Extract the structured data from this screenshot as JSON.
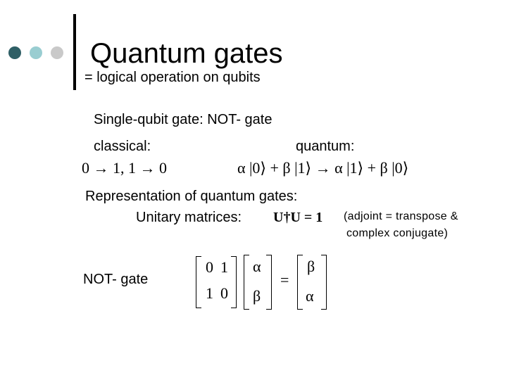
{
  "colors": {
    "dot1": "#2f5f66",
    "dot2": "#99cdd1",
    "dot3": "#c9c9c9"
  },
  "title": "Quantum gates",
  "subtitle": "= logical operation on qubits",
  "single_qubit": "Single-qubit gate: NOT- gate",
  "classical_label": "classical:",
  "quantum_label": "quantum:",
  "classical_formula": "0 → 1, 1 → 0",
  "quantum_formula": "α |0⟩ + β |1⟩ → α |1⟩ + β |0⟩",
  "representation": "Representation of quantum gates:",
  "unitary_label": "Unitary matrices:",
  "unitary_formula": "U†U = 1",
  "adjoint_line1": "(adjoint = transpose &",
  "adjoint_line2": "complex conjugate)",
  "not_gate_label": "NOT- gate",
  "matrix": {
    "not_matrix": [
      [
        "0",
        "1"
      ],
      [
        "1",
        "0"
      ]
    ],
    "input_vector": [
      "α",
      "β"
    ],
    "equals": "=",
    "output_vector": [
      "β",
      "α"
    ]
  }
}
